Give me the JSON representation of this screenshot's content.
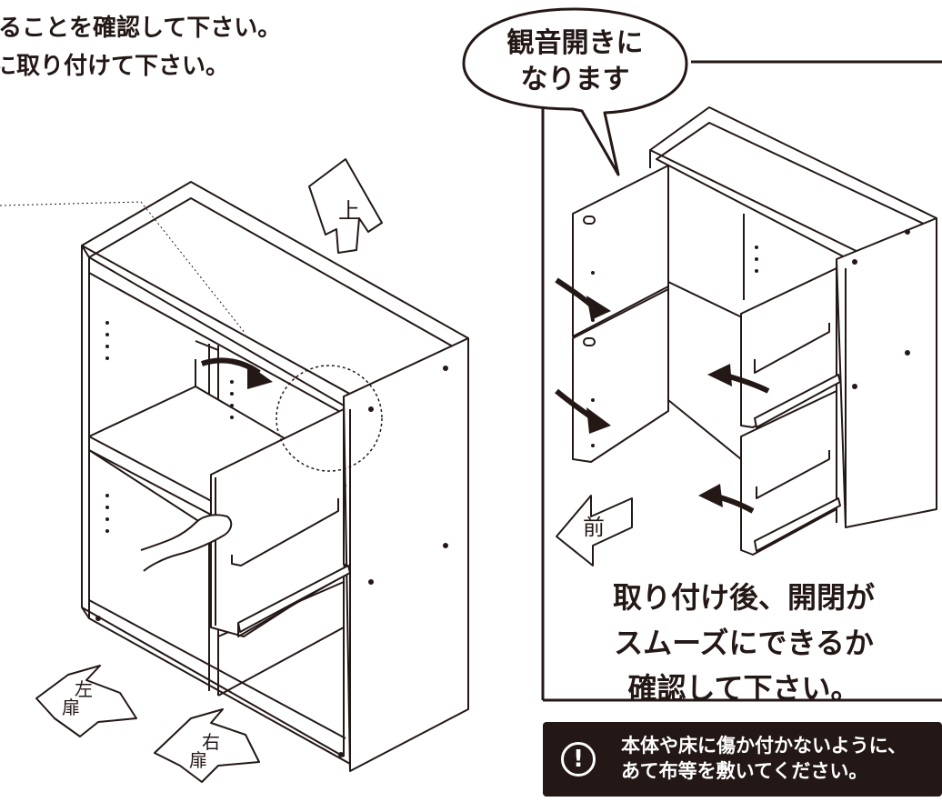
{
  "instructions": {
    "line1": "ることを確認して下さい。",
    "line2": "に取り付けて下さい。"
  },
  "direction_labels": {
    "up": "上",
    "front": "前",
    "left_door": [
      "左",
      "扉"
    ],
    "right_door": [
      "右",
      "扉"
    ]
  },
  "callout": {
    "line1": "観音開きに",
    "line2": "なります"
  },
  "result_text": {
    "line1": "取り付け後、開閉が",
    "line2": "スムーズにできるか",
    "line3": "確認して下さい。"
  },
  "warning": {
    "icon": "exclamation-icon",
    "symbol": "!",
    "line1": "本体や床に傷か付かないように、",
    "line2": "あて布等を敷いてください。"
  },
  "colors": {
    "ink": "#231815",
    "paper": "#ffffff"
  }
}
